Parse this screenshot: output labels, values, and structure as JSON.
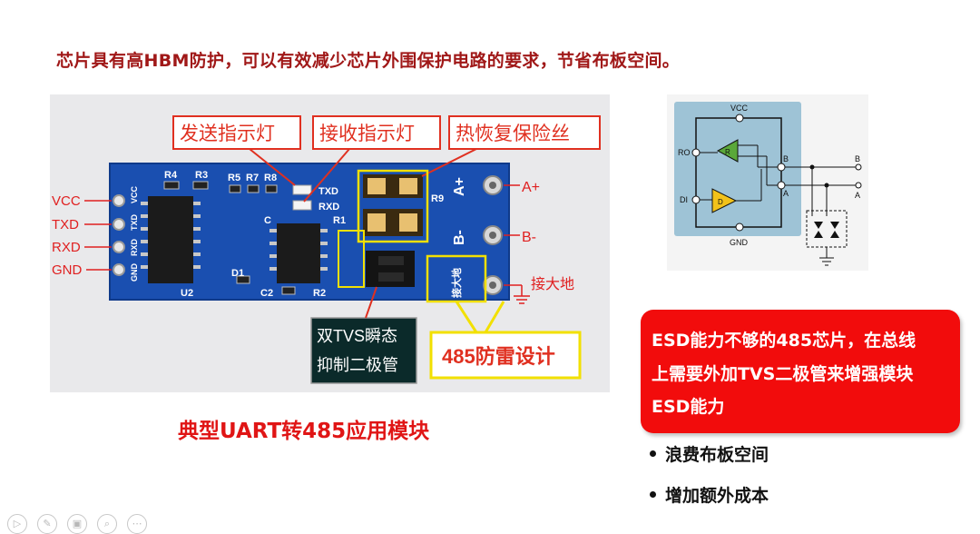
{
  "headline": "芯片具有高HBM防护，可以有效减少芯片外围保护电路的要求，节省布板空间。",
  "photo": {
    "labels": {
      "tx_led": "发送指示灯",
      "rx_led": "接收指示灯",
      "fuse": "热恢复保险丝",
      "tvs_line1": "双TVS瞬态",
      "tvs_line2": "抑制二极管",
      "lightning": "485防雷设计",
      "earth": "接大地",
      "pin_a": "A+",
      "pin_b": "B-"
    },
    "left_pins": [
      "VCC",
      "TXD",
      "RXD",
      "GND"
    ],
    "silkscreen": {
      "r4": "R4",
      "r3": "R3",
      "r5": "R5",
      "r7": "R7",
      "r8": "R8",
      "txd": "TXD",
      "rxd": "RXD",
      "r1": "R1",
      "r2": "R2",
      "r9": "R9",
      "c": "C",
      "c2": "C2",
      "d1": "D1",
      "u2": "U2",
      "a_plus": "A+",
      "b_minus": "B-",
      "earth_cn": "接大地",
      "vcc": "VCC",
      "txd_v": "TXD",
      "rxd_v": "RXD",
      "gnd_v": "GND"
    }
  },
  "caption": "典型UART转485应用模块",
  "schematic": {
    "vcc": "VCC",
    "ro": "RO",
    "di": "DI",
    "gnd": "GND",
    "r": "R",
    "d": "D",
    "b": "B",
    "a": "A",
    "b_out": "B",
    "a_out": "A"
  },
  "note_lines": [
    "ESD能力不够的485芯片，在总线",
    "上需要外加TVS二极管来增强模块",
    "ESD能力"
  ],
  "bullets": [
    "浪费布板空间",
    "增加额外成本"
  ],
  "toolbar": [
    "▷",
    "✎",
    "▣",
    "⌕",
    "⋯"
  ],
  "colors": {
    "headline": "#a01818",
    "caption": "#e01515",
    "note_bg": "#f20c0c",
    "pcb_blue": "#1a4fb0",
    "label_box": "#e03020",
    "highlight": "#f2e000"
  }
}
